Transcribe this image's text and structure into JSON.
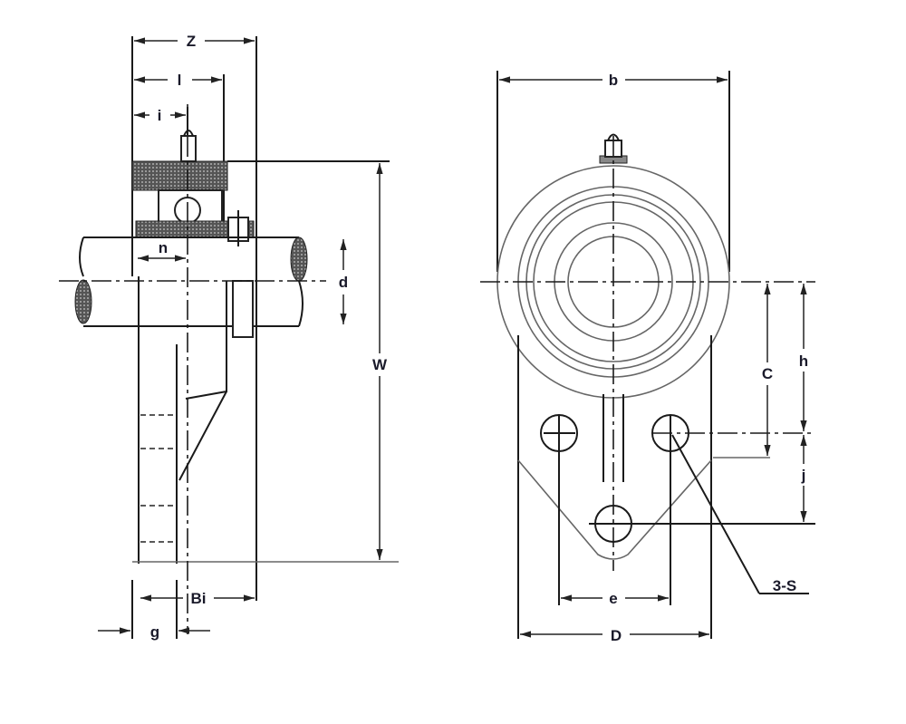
{
  "title": "Flange bearing unit dimension drawing",
  "side_view": {
    "labels": {
      "Z": "Z",
      "l": "l",
      "i": "i",
      "n": "n",
      "d": "d",
      "W": "W",
      "Bi": "Bi",
      "g": "g"
    }
  },
  "front_view": {
    "labels": {
      "b": "b",
      "C": "C",
      "h": "h",
      "j": "j",
      "e": "e",
      "D": "D",
      "S": "3-S"
    }
  }
}
